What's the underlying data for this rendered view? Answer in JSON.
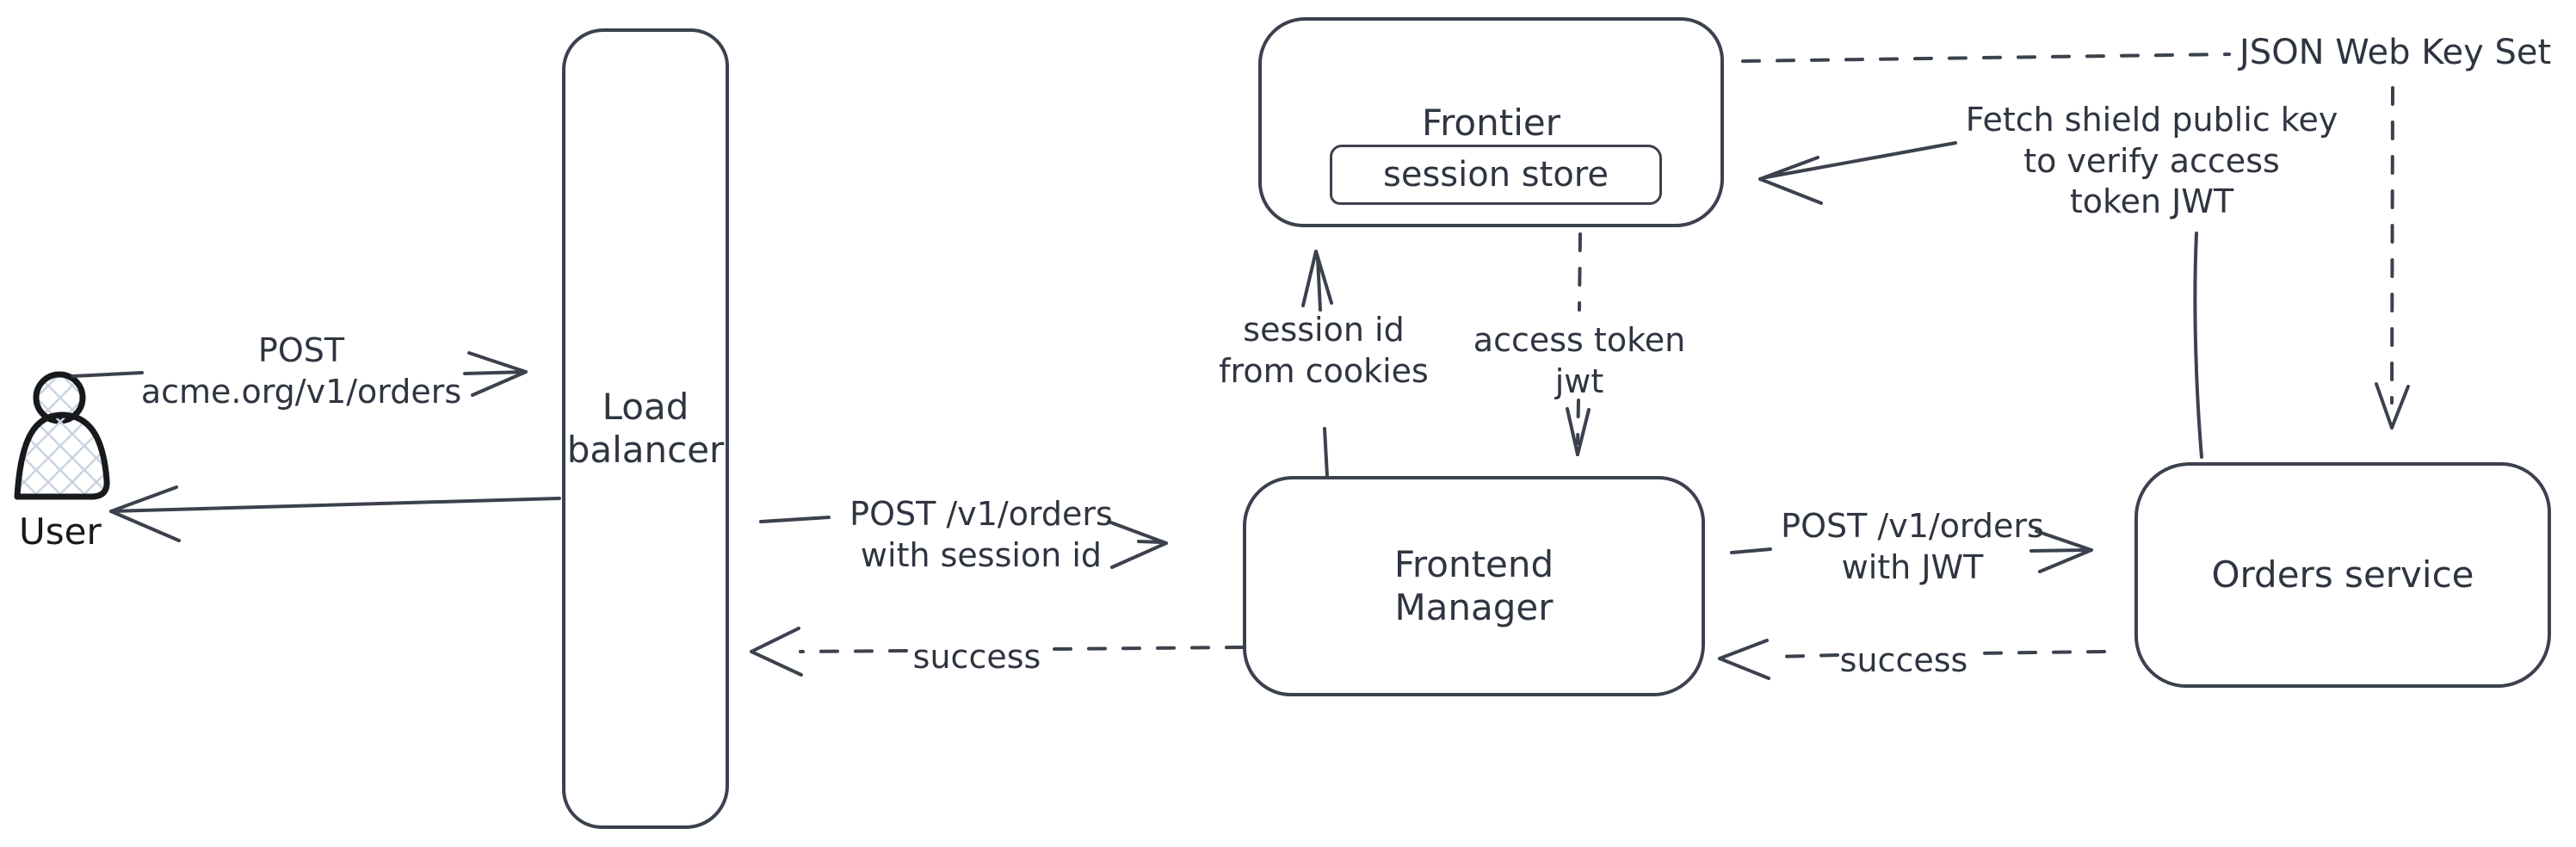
{
  "colors": {
    "stroke": "#3b414d",
    "text": "#2f3540",
    "user_stroke": "#17191d",
    "crosshatch": "#c9d4df",
    "bg": "#ffffff"
  },
  "nodes": {
    "user": {
      "label": "User"
    },
    "load_balancer": {
      "line1": "Load",
      "line2": "balancer"
    },
    "frontier": {
      "title": "Frontier",
      "session_store": "session store"
    },
    "frontend_manager": {
      "line1": "Frontend",
      "line2": "Manager"
    },
    "orders_service": {
      "label": "Orders service"
    },
    "jwks": {
      "label": "JSON Web Key Set"
    }
  },
  "edges": {
    "user_to_lb": {
      "line1": "POST",
      "line2": "acme.org/v1/orders"
    },
    "lb_to_fm": {
      "line1": "POST /v1/orders",
      "line2": "with session id"
    },
    "fm_to_lb": {
      "label": "success"
    },
    "fm_to_frontier": {
      "line1": "session id",
      "line2": "from cookies"
    },
    "frontier_to_fm": {
      "line1": "access token",
      "line2": "jwt"
    },
    "fm_to_orders": {
      "line1": "POST /v1/orders",
      "line2": "with JWT"
    },
    "orders_to_fm": {
      "label": "success"
    },
    "orders_to_frontier": {
      "line1": "Fetch shield public key",
      "line2": "to verify access",
      "line3": "token JWT"
    }
  }
}
